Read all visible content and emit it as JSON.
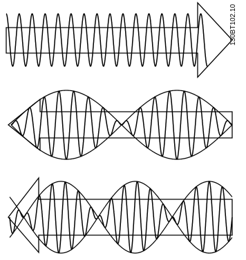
{
  "figure_id": "130BT102.10",
  "panels": [
    {
      "name": "top-panel",
      "arrow": "right",
      "envelope": "constant",
      "cycles": 15.5
    },
    {
      "name": "middle-panel",
      "arrow": "left",
      "envelope": "modulated",
      "lobes": 2,
      "cycles": 15
    },
    {
      "name": "bottom-panel",
      "arrow": "left",
      "envelope": "modulated",
      "lobes": 3,
      "cycles": 17
    }
  ],
  "colors": {
    "stroke": "#000000",
    "background": "#ffffff"
  }
}
